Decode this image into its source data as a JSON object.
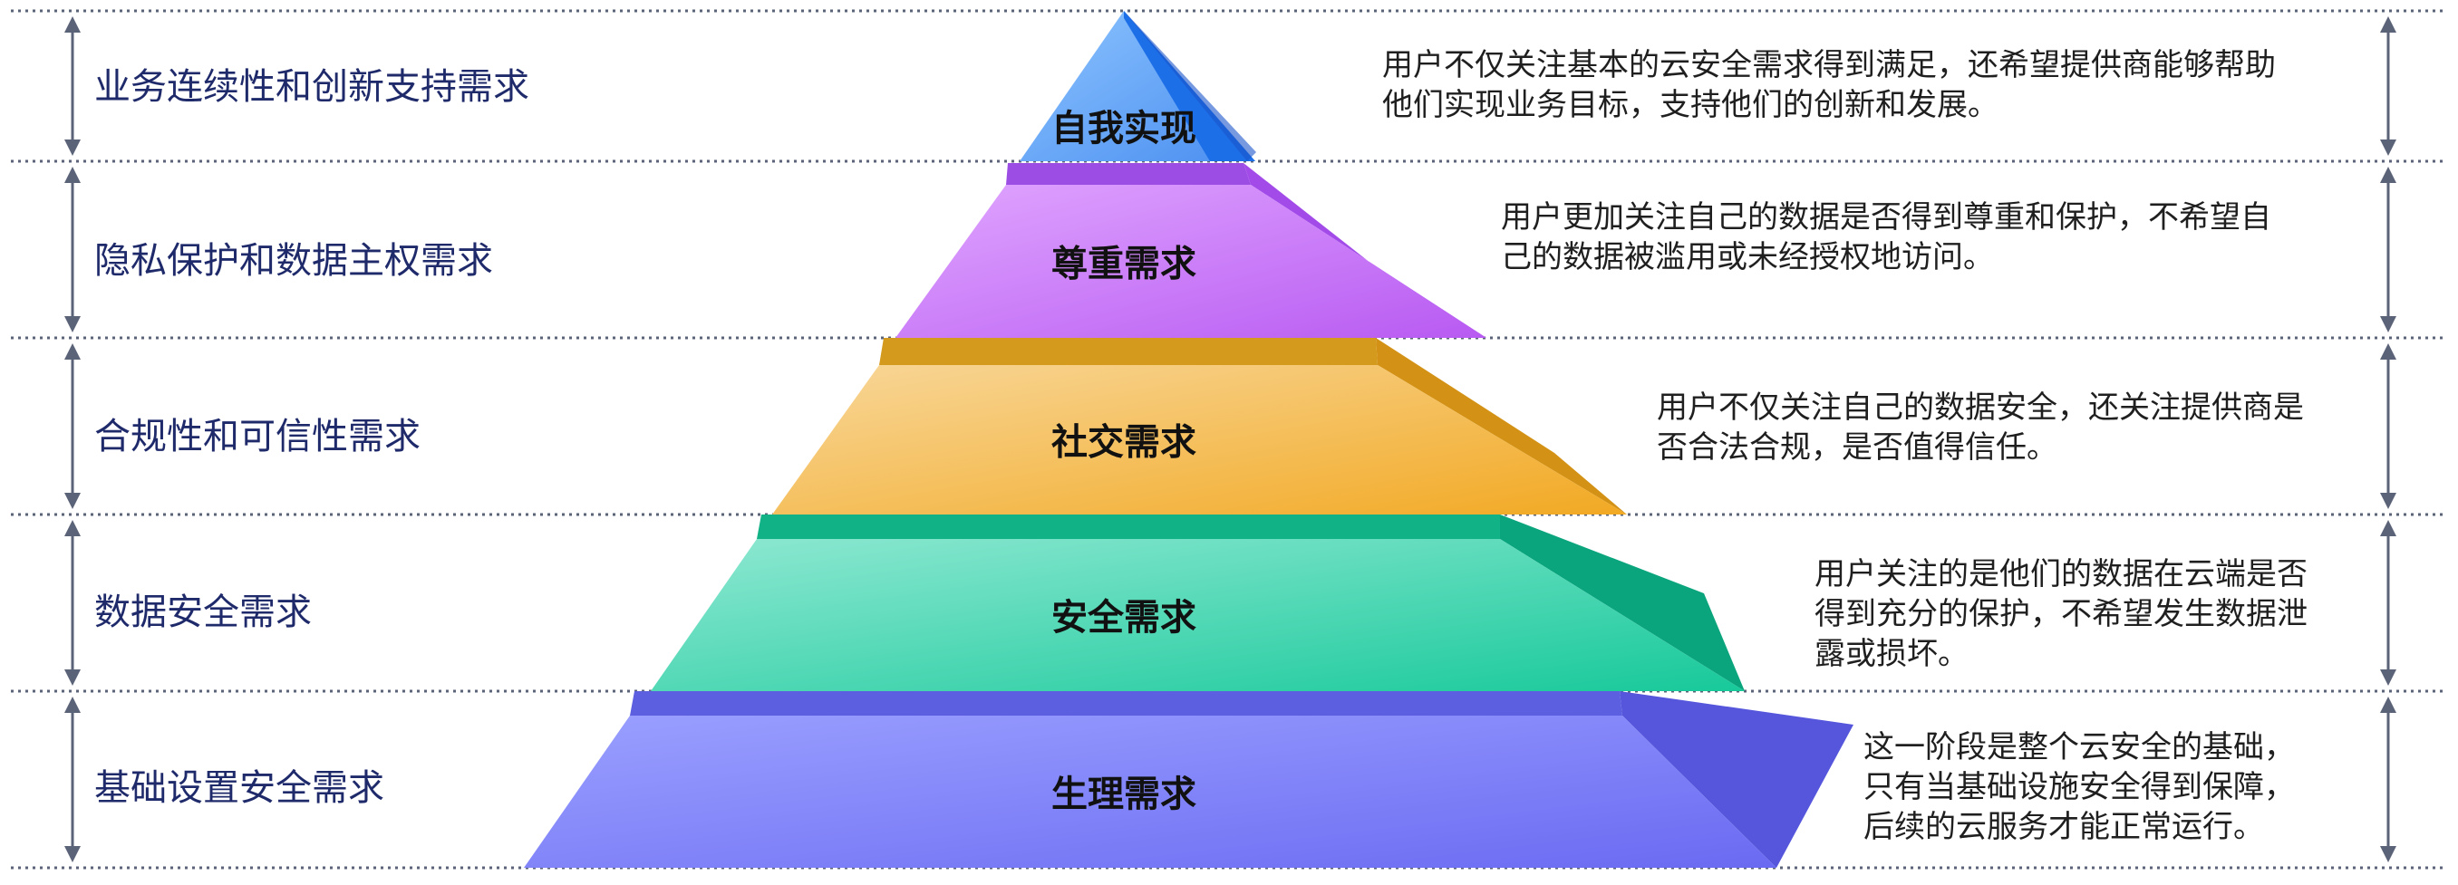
{
  "pyramid": {
    "tiers": [
      {
        "label": "自我实现",
        "need": "业务连续性和创新支持需求",
        "description": [
          "用户不仅关注基本的云安全需求得到满足，还希望提供商能够帮助",
          "他们实现业务目标，支持他们的创新和发展。"
        ]
      },
      {
        "label": "尊重需求",
        "need": "隐私保护和数据主权需求",
        "description": [
          "用户更加关注自己的数据是否得到尊重和保护，不希望自",
          "己的数据被滥用或未经授权地访问。"
        ]
      },
      {
        "label": "社交需求",
        "need": "合规性和可信性需求",
        "description": [
          "用户不仅关注自己的数据安全，还关注提供商是",
          "否合法合规，是否值得信任。"
        ]
      },
      {
        "label": "安全需求",
        "need": "数据安全需求",
        "description": [
          "用户关注的是他们的数据在云端是否",
          "得到充分的保护，不希望发生数据泄",
          "露或损坏。"
        ]
      },
      {
        "label": "生理需求",
        "need": "基础设置安全需求",
        "description": [
          "这一阶段是整个云安全的基础，",
          "只有当基础设施安全得到保障，",
          "后续的云服务才能正常运行。"
        ]
      }
    ]
  },
  "colors": {
    "tier_front": [
      [
        "#8ec5ff",
        "#4a8ef0"
      ],
      [
        "#e0a6ff",
        "#b85af2"
      ],
      [
        "#f8d79a",
        "#f2a923"
      ],
      [
        "#8fe8d2",
        "#17c99a"
      ],
      [
        "#9aa0ff",
        "#6a6af2"
      ]
    ],
    "tier_side": [
      "#1d6fe8",
      "#a24be8",
      "#d39216",
      "#0aa57d",
      "#5556dc"
    ],
    "tier_top": [
      "#6aaefc",
      "#9c4ee4",
      "#d49a1e",
      "#10b286",
      "#5b5fe0"
    ],
    "left_text": "#1f2a6b",
    "guide_line": "#5b6378"
  }
}
